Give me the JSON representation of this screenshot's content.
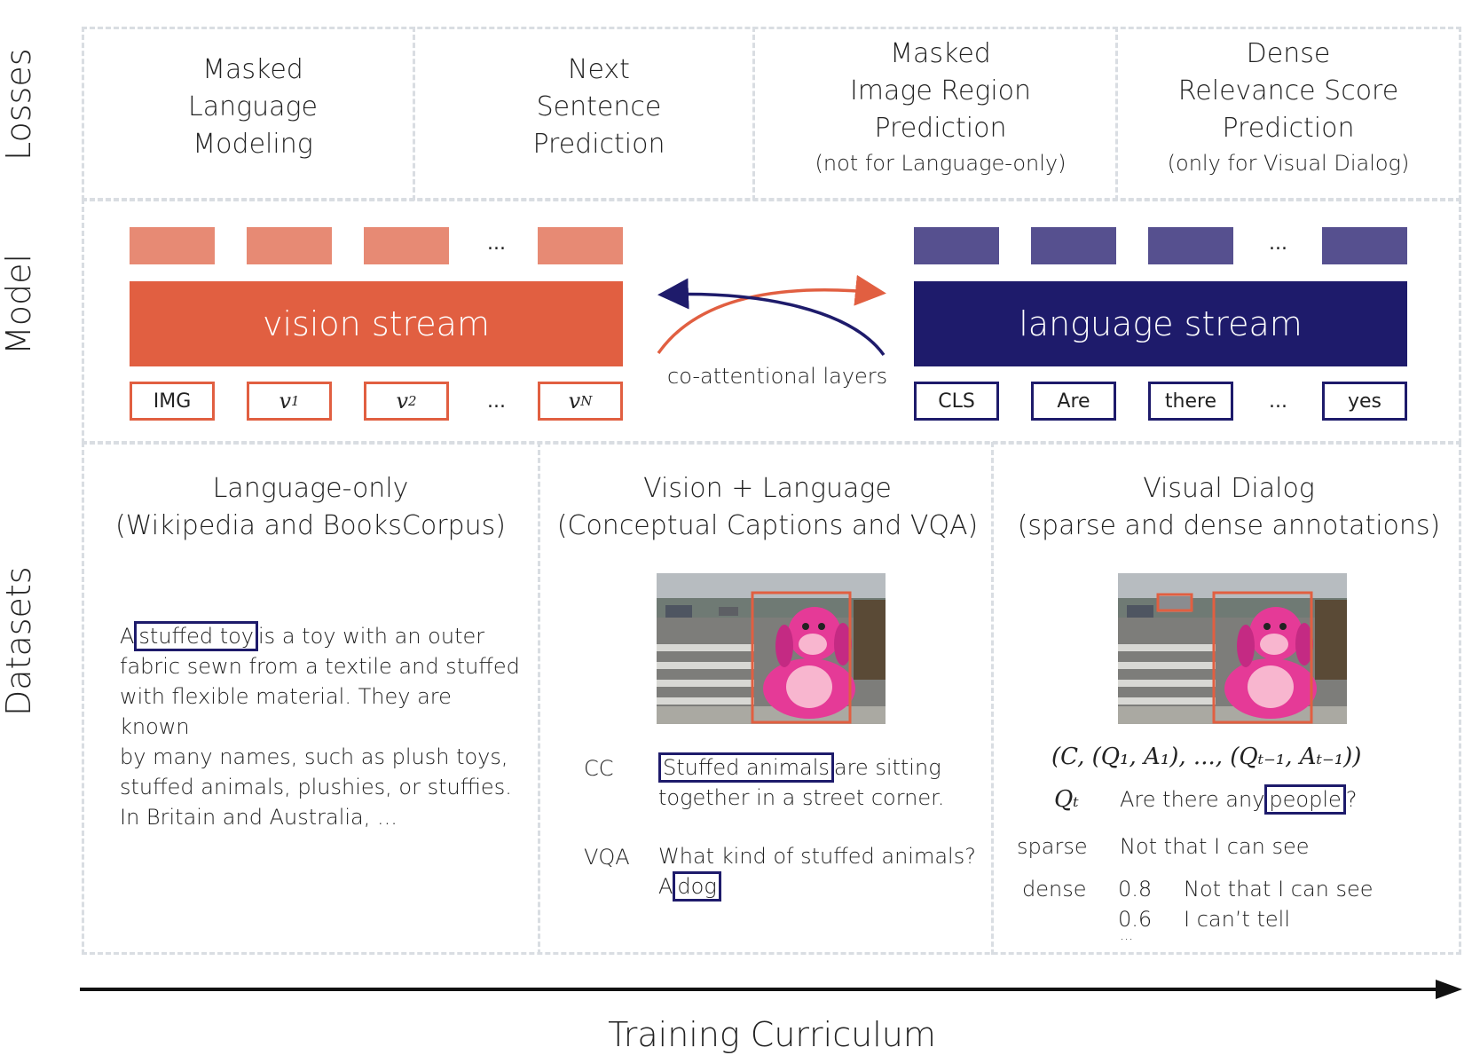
{
  "row_labels": {
    "losses": "Losses",
    "model": "Model",
    "datasets": "Datasets"
  },
  "losses": [
    {
      "lines": [
        "Masked",
        "Language",
        "Modeling"
      ],
      "note": ""
    },
    {
      "lines": [
        "Next",
        "Sentence",
        "Prediction"
      ],
      "note": ""
    },
    {
      "lines": [
        "Masked",
        "Image Region",
        "Prediction"
      ],
      "note": "(not for Language-only)"
    },
    {
      "lines": [
        "Dense",
        "Relevance Score",
        "Prediction"
      ],
      "note": "(only for Visual Dialog)"
    }
  ],
  "model": {
    "vision_stream": "vision stream",
    "language_stream": "language stream",
    "co_attention": "co-attentional layers",
    "ellipsis": "...",
    "vision_tokens": [
      "IMG",
      "v",
      "v",
      "v"
    ],
    "vision_token_sups": [
      "",
      "1",
      "2",
      "N"
    ],
    "language_tokens": [
      "CLS",
      "Are",
      "there",
      "yes"
    ],
    "colors": {
      "vision": "#e15f41",
      "vision_light": "#e78a74",
      "language": "#1e1b6b",
      "language_light": "#56508f"
    }
  },
  "datasets": {
    "language_only": {
      "title": "Language-only",
      "subtitle": "(Wikipedia and BooksCorpus)",
      "text_pre": "A",
      "text_highlight": "stuffed toy",
      "text_post": "is a toy with an outer",
      "lines": [
        "fabric sewn from a textile and stuffed",
        "with flexible material. They are known",
        "by many names, such as plush toys,",
        "stuffed animals, plushies, or stuffies.",
        "In Britain and Australia, ..."
      ]
    },
    "vision_language": {
      "title": "Vision + Language",
      "subtitle": "(Conceptual Captions and VQA)",
      "cc_label": "CC",
      "cc_highlight": "Stuffed animals",
      "cc_post": "are sitting",
      "cc_line2": "together in a street corner.",
      "vqa_label": "VQA",
      "vqa_q": "What kind of stuffed animals?",
      "vqa_a_pre": "A",
      "vqa_a_highlight": "dog"
    },
    "visual_dialog": {
      "title": "Visual Dialog",
      "subtitle": "(sparse and dense annotations)",
      "history": "(C, (Q₁, A₁), ..., (Qₜ₋₁, Aₜ₋₁))",
      "qt": "Qₜ",
      "question_pre": "Are there any",
      "question_highlight": "people",
      "question_post": "?",
      "sparse_label": "sparse",
      "sparse_answer": "Not that I can see",
      "dense_label": "dense",
      "dense_scores": [
        "0.8",
        "0.6"
      ],
      "dense_answers": [
        "Not that I can see",
        "I can’t tell"
      ],
      "dense_more": "..."
    }
  },
  "axis_label": "Training Curriculum"
}
